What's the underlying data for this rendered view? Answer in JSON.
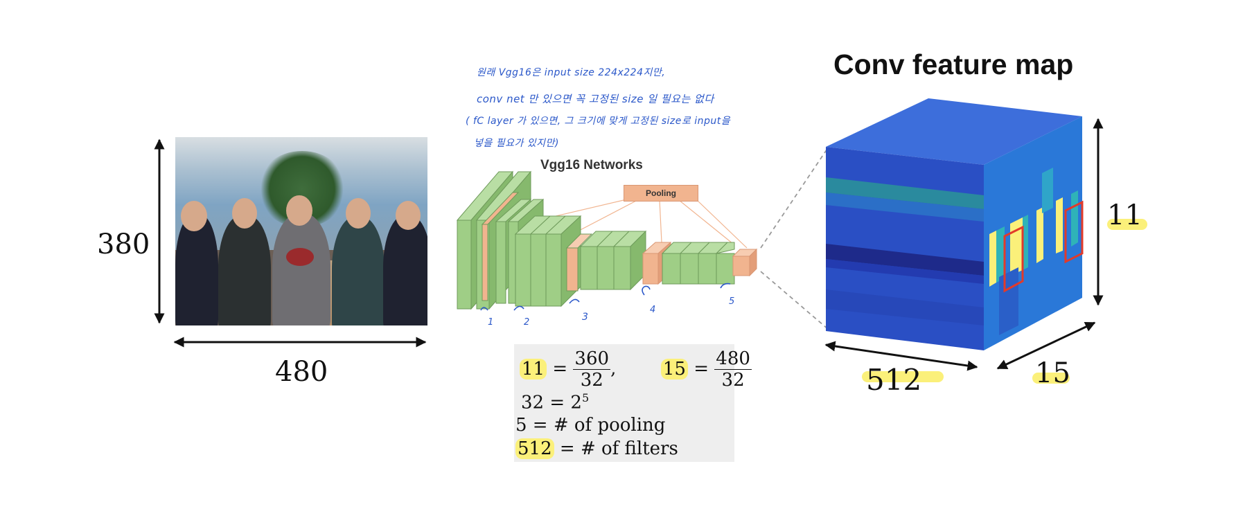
{
  "input_image": {
    "height_label": "380",
    "width_label": "480"
  },
  "notes": {
    "line1": "원래 Vgg16은 input size 224x224지만,",
    "line2": "conv net 만 있으면 꼭 고정된 size 일 필요는 없다",
    "line3": "( fC layer 가 있으면, 그 크기에 맞게 고정된 size로 input을",
    "line4": "넣을 필요가 있지만)"
  },
  "network": {
    "title": "Vgg16 Networks",
    "pooling_label": "Pooling",
    "pool_marks": [
      "1",
      "2",
      "3",
      "4",
      "5"
    ],
    "colors": {
      "conv": "#9fce86",
      "conv_edge": "#6e9a5a",
      "pool": "#f1b48f"
    }
  },
  "formulas": {
    "f1_lhs": "11",
    "f1_num": "360",
    "f1_den": "32",
    "f1_comma": ",",
    "f2_lhs": "15",
    "f2_num": "480",
    "f2_den": "32",
    "eq": "=",
    "f3_base": "32 = 2",
    "f3_exp": "5",
    "f4": "5 = # of pooling",
    "f5_hl": "512",
    "f5_rest": " = # of filters"
  },
  "feature_map": {
    "title": "Conv feature map",
    "height_label": "11",
    "depth_label": "512",
    "width_label": "15",
    "colors": {
      "front": "#2a4fc4",
      "side": "#2a78d8",
      "top": "#3d6edb",
      "highlight": "#fbf07a",
      "box": "#e23a2a"
    }
  }
}
